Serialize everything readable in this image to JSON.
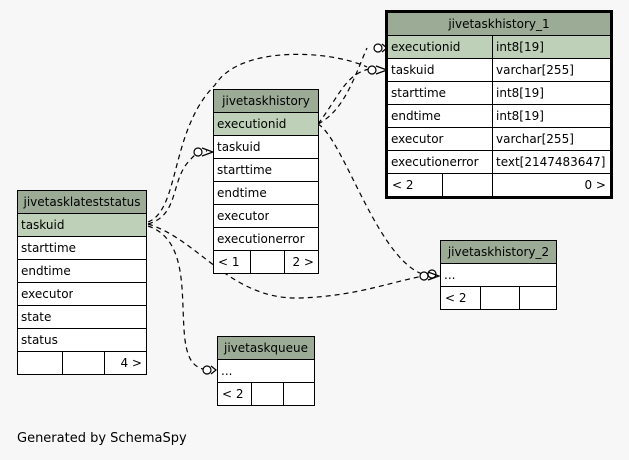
{
  "tables": {
    "jivetaskhistory_1": {
      "title": "jivetaskhistory_1",
      "rows": [
        {
          "name": "executionid",
          "type": "int8[19]"
        },
        {
          "name": "taskuid",
          "type": "varchar[255]"
        },
        {
          "name": "starttime",
          "type": "int8[19]"
        },
        {
          "name": "endtime",
          "type": "int8[19]"
        },
        {
          "name": "executor",
          "type": "varchar[255]"
        },
        {
          "name": "executionerror",
          "type": "text[2147483647]"
        }
      ],
      "foot_left": "< 2",
      "foot_right": "0 >"
    },
    "jivetaskhistory": {
      "title": "jivetaskhistory",
      "rows": [
        "executionid",
        "taskuid",
        "starttime",
        "endtime",
        "executor",
        "executionerror"
      ],
      "foot_left": "< 1",
      "foot_right": "2 >"
    },
    "jivetasklateststatus": {
      "title": "jivetasklateststatus",
      "rows": [
        "taskuid",
        "starttime",
        "endtime",
        "executor",
        "state",
        "status"
      ],
      "foot_left": "",
      "foot_right": "4 >"
    },
    "jivetaskhistory_2": {
      "title": "jivetaskhistory_2",
      "rows": [
        "..."
      ],
      "foot_left": "< 2"
    },
    "jivetaskqueue": {
      "title": "jivetaskqueue",
      "rows": [
        "..."
      ],
      "foot_left": "< 2"
    }
  },
  "footer_text": "Generated by SchemaSpy",
  "colors": {
    "header": "#9bab96",
    "primary_key": "#bed1b8",
    "background": "#f7f7f7"
  }
}
